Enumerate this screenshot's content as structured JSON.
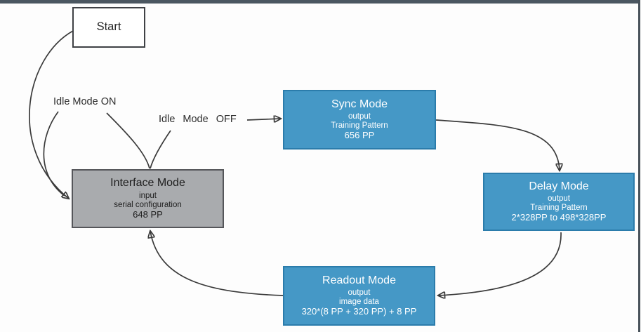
{
  "figure": {
    "type": "state-machine-diagram"
  },
  "nodes": {
    "start": {
      "title": "Start"
    },
    "sync": {
      "title": "Sync Mode",
      "sub1": "output",
      "sub2": "Training Pattern",
      "sub3": "656 PP"
    },
    "interface": {
      "title": "Interface Mode",
      "sub1": "input",
      "sub2": "serial configuration",
      "sub3": "648 PP"
    },
    "delay": {
      "title": "Delay Mode",
      "sub1": "output",
      "sub2": "Training Pattern",
      "sub3": "2*328PP to 498*328PP"
    },
    "readout": {
      "title": "Readout Mode",
      "sub1": "output",
      "sub2": "image data",
      "sub3": "320*(8 PP + 320 PP) + 8 PP"
    }
  },
  "edges": {
    "idle_on_label": "Idle Mode ON",
    "idle_off_label": "Idle Mode OFF"
  },
  "colors": {
    "node_blue_fill": "#4598c6",
    "node_blue_border": "#2b7cab",
    "node_gray_fill": "#a9abae",
    "node_gray_border": "#55565a",
    "connector_line": "#3a3a3a",
    "page_bar": "#4b5761",
    "background": "#fdfdfd"
  }
}
